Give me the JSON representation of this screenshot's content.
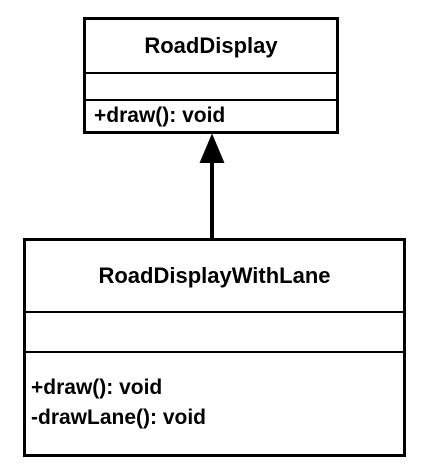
{
  "classes": [
    {
      "name": "RoadDisplay",
      "attributes": [],
      "operations": [
        "+draw(): void"
      ]
    },
    {
      "name": "RoadDisplayWithLane",
      "attributes": [],
      "operations": [
        "+draw(): void",
        "-drawLane(): void"
      ]
    }
  ],
  "relationships": [
    {
      "type": "generalization",
      "from": "RoadDisplayWithLane",
      "to": "RoadDisplay"
    }
  ],
  "colors": {
    "stroke": "#000000",
    "background": "#ffffff"
  }
}
